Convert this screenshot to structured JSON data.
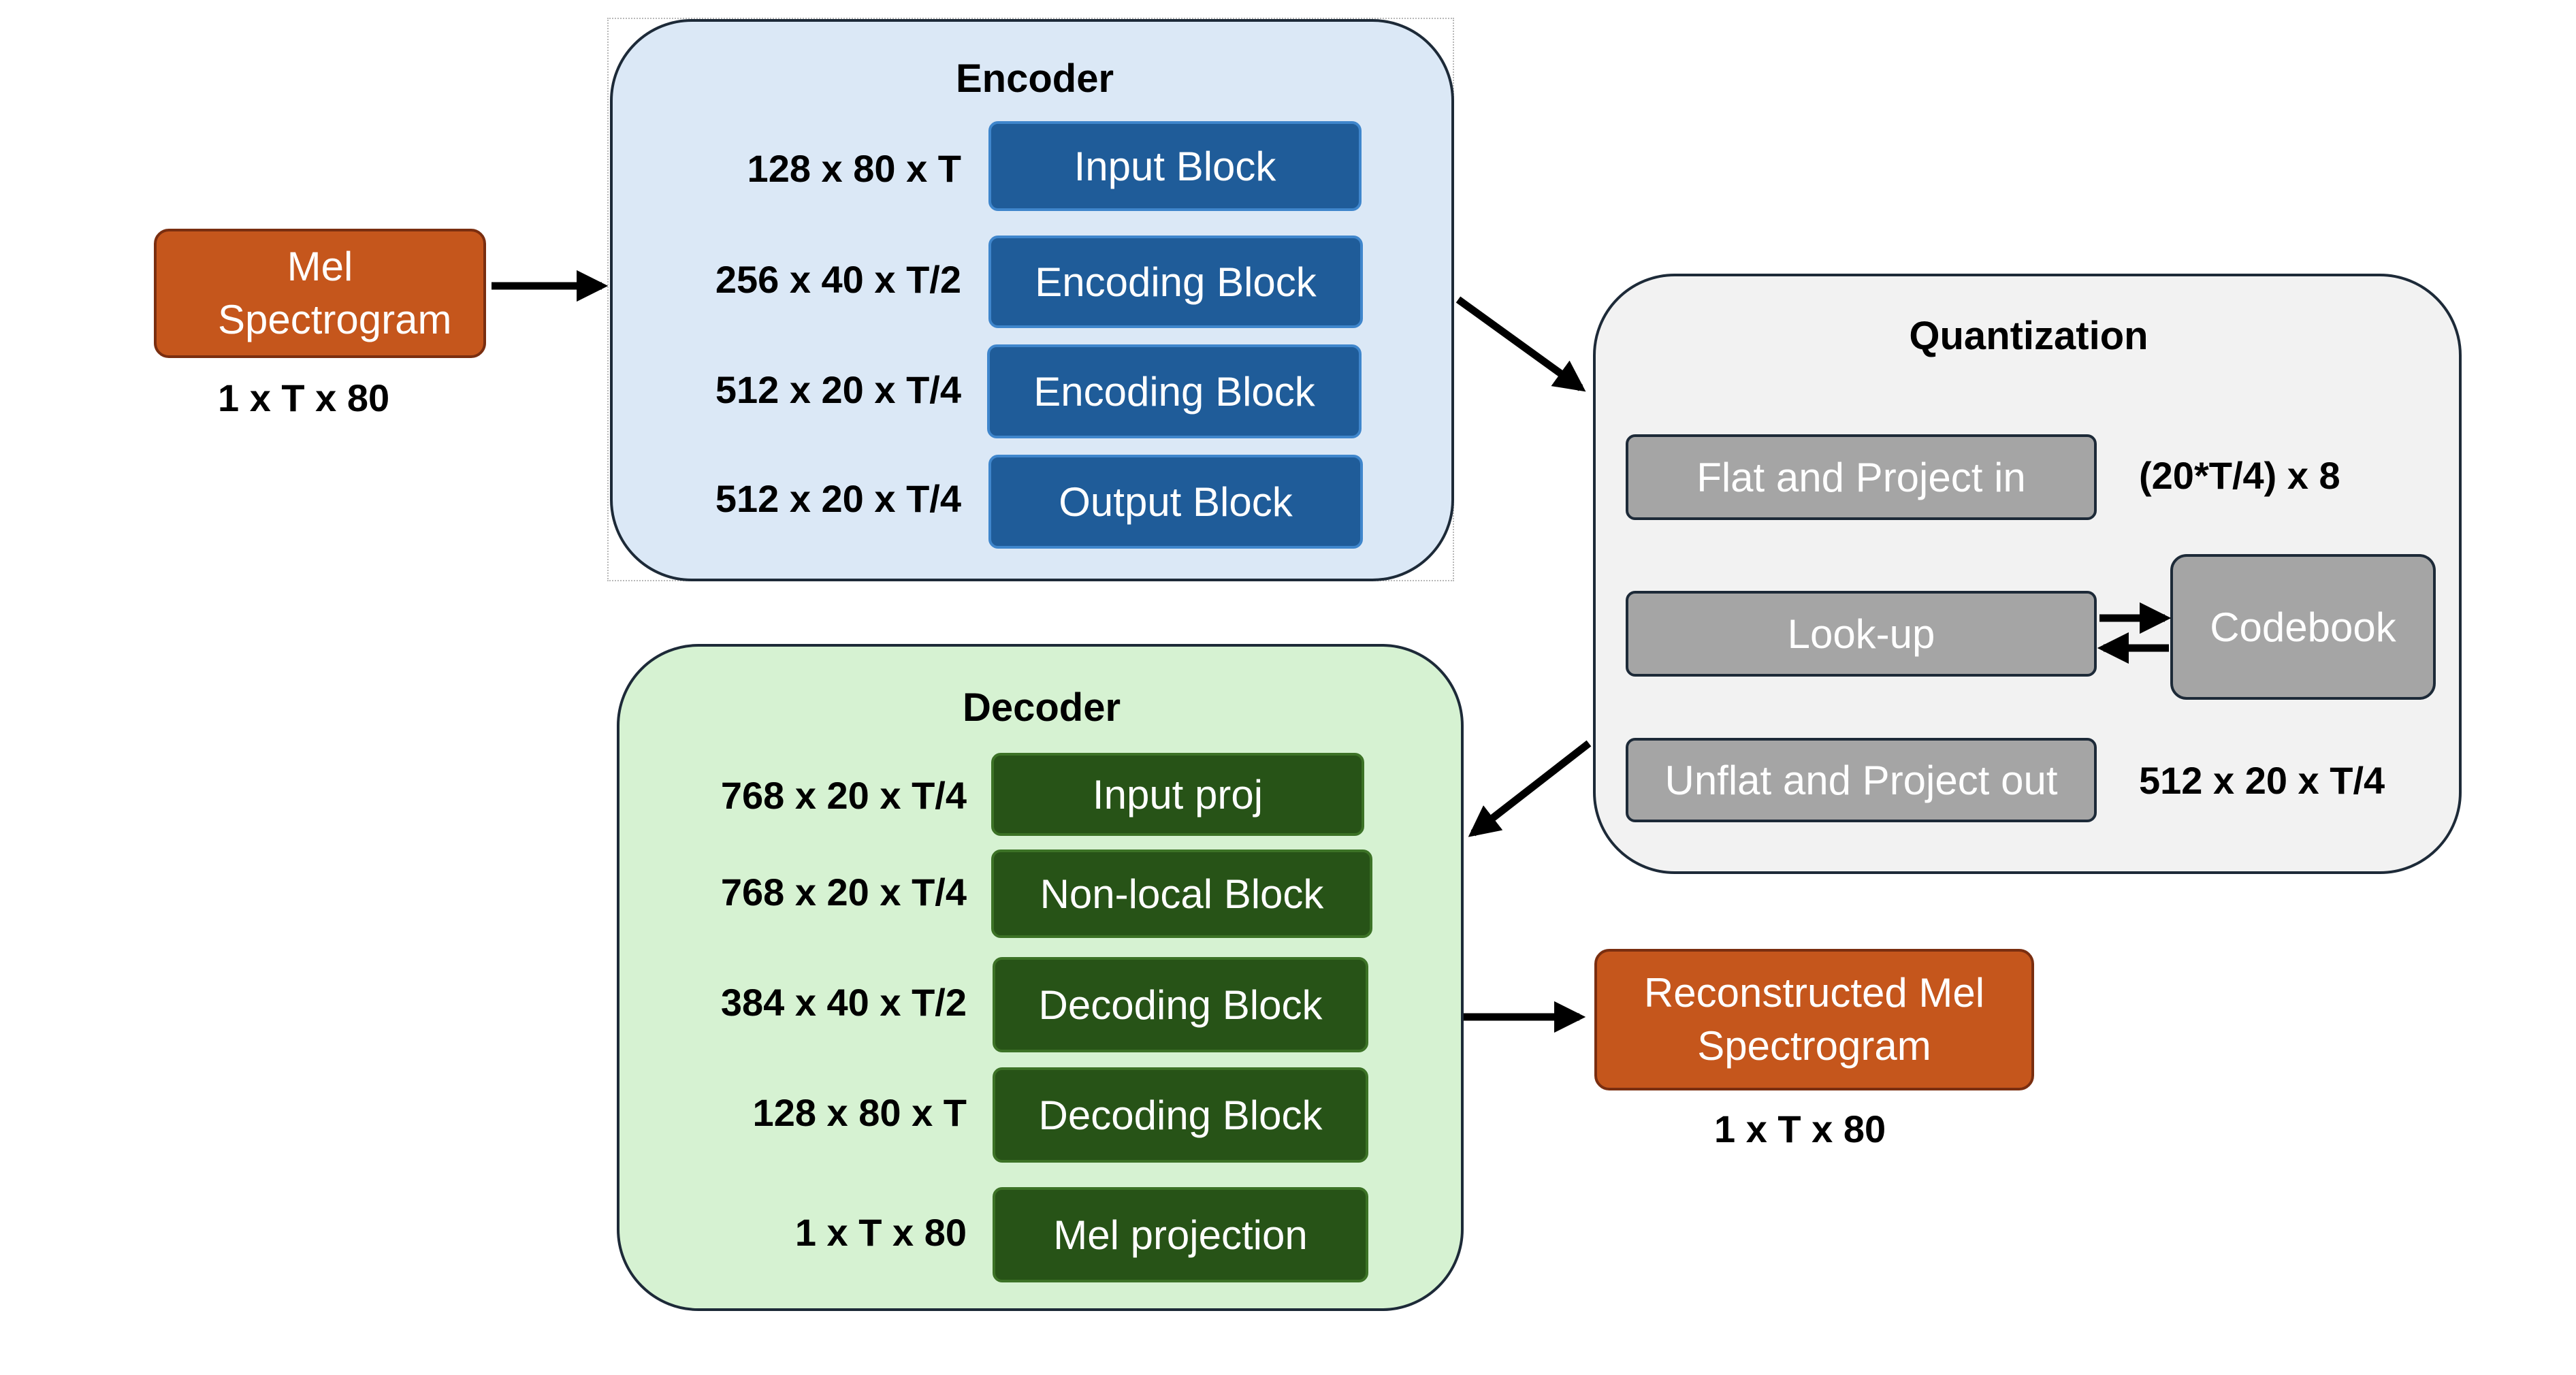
{
  "input": {
    "label": "Mel Spectrogram",
    "dims": "1 x T x 80"
  },
  "encoder": {
    "title": "Encoder",
    "rows": [
      {
        "dims": "128 x 80 x T",
        "block": "Input Block"
      },
      {
        "dims": "256 x 40 x T/2",
        "block": "Encoding Block"
      },
      {
        "dims": "512 x 20 x T/4",
        "block": "Encoding Block"
      },
      {
        "dims": "512 x 20 x T/4",
        "block": "Output Block"
      }
    ]
  },
  "quantization": {
    "title": "Quantization",
    "flat_block": "Flat and Project in",
    "flat_dims": "(20*T/4) x 8",
    "lookup_block": "Look-up",
    "codebook_block": "Codebook",
    "unflat_block": "Unflat and Project out",
    "unflat_dims": "512 x 20 x T/4"
  },
  "decoder": {
    "title": "Decoder",
    "rows": [
      {
        "dims": "768 x 20 x T/4",
        "block": "Input proj"
      },
      {
        "dims": "768 x 20 x T/4",
        "block": "Non-local Block"
      },
      {
        "dims": "384 x 40 x T/2",
        "block": "Decoding Block"
      },
      {
        "dims": "128 x 80 x T",
        "block": "Decoding Block"
      },
      {
        "dims": "1 x T x 80",
        "block": "Mel projection"
      }
    ]
  },
  "output": {
    "label_line1": "Reconstructed Mel",
    "label_line2": "Spectrogram",
    "dims": "1 x T x 80"
  },
  "colors": {
    "encoder_panel": "#dbe8f6",
    "encoder_block": "#1f5c99",
    "decoder_panel": "#d6f2d2",
    "decoder_block": "#275317",
    "quantization_panel": "#f2f2f2",
    "quantization_block": "#a5a5a5",
    "io_block": "#c5561c"
  }
}
